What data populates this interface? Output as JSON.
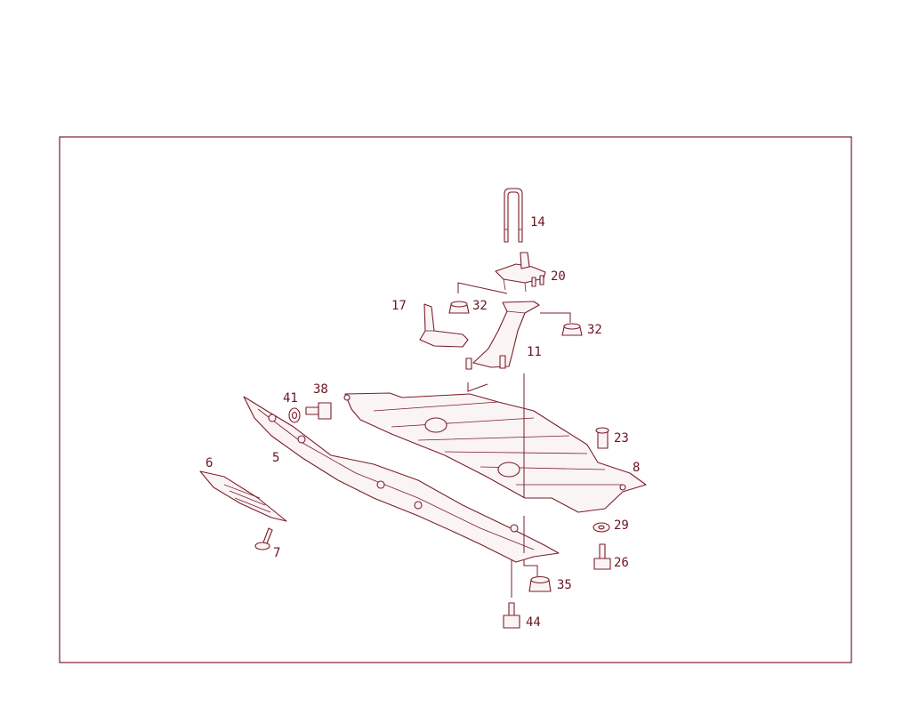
{
  "diagram": {
    "colors": {
      "line": "#7a1f2b",
      "text": "#6b1420",
      "background": "#ffffff"
    },
    "callouts": [
      "14",
      "20",
      "17",
      "32",
      "32",
      "11",
      "41",
      "38",
      "23",
      "6",
      "5",
      "8",
      "29",
      "7",
      "26",
      "35",
      "44"
    ]
  }
}
